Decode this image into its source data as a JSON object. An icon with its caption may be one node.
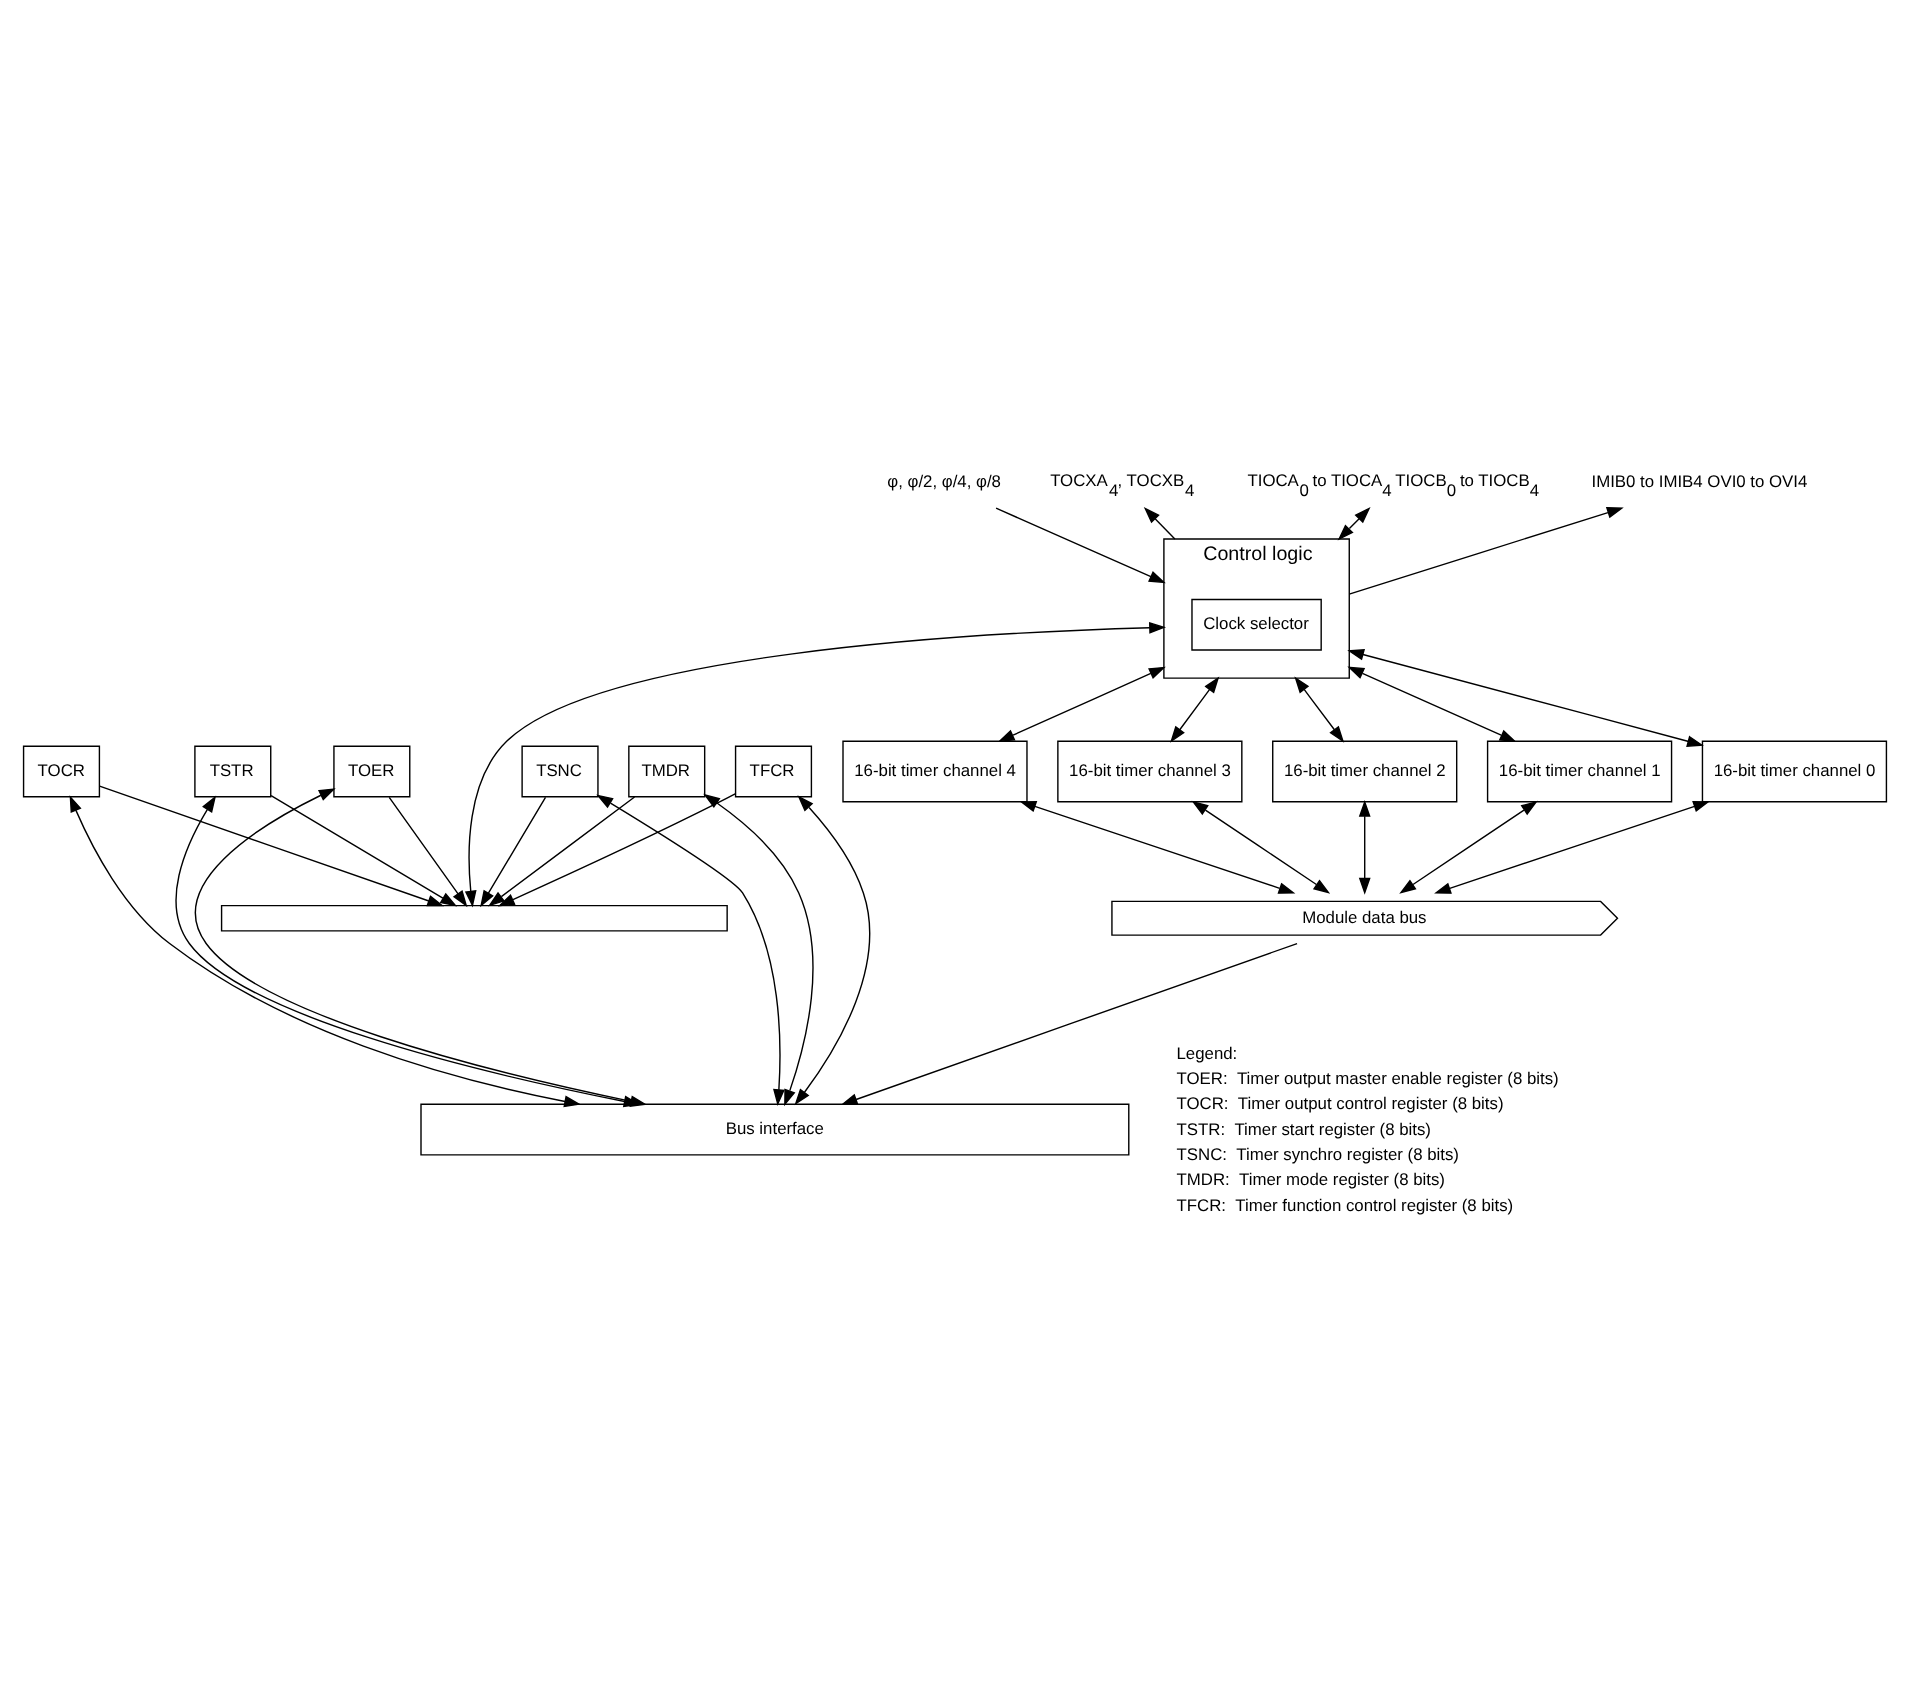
{
  "diagram": {
    "nodes": [
      {
        "text": [
          "Control logic"
        ]
      },
      {
        "text": [
          "Clock selector"
        ],
        "in": 0
      },
      {
        "text": [
          "φ, φ/2, φ/4, φ/8"
        ]
      },
      {
        "text": [
          "TOCXA$_{4}$, TOCXB$_{4}$"
        ]
      },
      {
        "text": [
          "TIOCA$_{0}$ to TIOCA$_{4}$ TIOCB$_{0}$ to TIOCB$_{4}$"
        ]
      },
      {
        "text": [
          "IMIB0 to IMIB4 OVI0 to OVI4"
        ]
      },
      {
        "text": [
          "16-bit timer channel 4"
        ]
      },
      {
        "text": [
          "16-bit timer channel 3"
        ]
      },
      {
        "text": [
          "16-bit timer channel 2"
        ]
      },
      {
        "text": [
          "16-bit timer channel 1"
        ]
      },
      {
        "text": [
          "16-bit timer channel 0"
        ]
      },
      {
        "text": [],
        "shape": "bar"
      },
      {
        "text": [
          "TOER"
        ]
      },
      {
        "text": [
          "TOCR"
        ]
      },
      {
        "text": [
          "TSTR"
        ]
      },
      {
        "text": [
          "TSNC"
        ]
      },
      {
        "text": [
          "TMDR"
        ]
      },
      {
        "text": [
          "TFCR"
        ]
      },
      {
        "text": [
          "Bus interface"
        ]
      },
      {
        "text": [
          "Module data bus"
        ]
      }
    ],
    "edges": [
      {
        "from": 2,
        "to": 0,
        "arrow": "to"
      },
      {
        "from": 0,
        "to": 3,
        "arrow": "to"
      },
      {
        "from": 4,
        "to": 0,
        "arrow": "both"
      },
      {
        "from": 0,
        "to": 5,
        "arrow": "to"
      },
      {
        "from": 0,
        "to": 6,
        "arrow": "both"
      },
      {
        "from": 0,
        "to": 7,
        "arrow": "both"
      },
      {
        "from": 0,
        "to": 8,
        "arrow": "both"
      },
      {
        "from": 0,
        "to": 9,
        "arrow": "both"
      },
      {
        "from": 0,
        "to": 10,
        "arrow": "both"
      },
      {
        "from": 0,
        "to": 11,
        "arrow": "both"
      },
      {
        "from": 6,
        "to": 19,
        "arrow": "both"
      },
      {
        "from": 7,
        "to": 19,
        "arrow": "both"
      },
      {
        "from": 8,
        "to": 19,
        "arrow": "both"
      },
      {
        "from": 9,
        "to": 19,
        "arrow": "both"
      },
      {
        "from": 10,
        "to": 19,
        "arrow": "both"
      },
      {
        "from": 12,
        "to": 11,
        "arrow": "to"
      },
      {
        "from": 13,
        "to": 11,
        "arrow": "to"
      },
      {
        "from": 14,
        "to": 11,
        "arrow": "to"
      },
      {
        "from": 15,
        "to": 11,
        "arrow": "to"
      },
      {
        "from": 16,
        "to": 11,
        "arrow": "to"
      },
      {
        "from": 17,
        "to": 11,
        "arrow": "to"
      },
      {
        "from": 12,
        "to": 18,
        "arrow": "both"
      },
      {
        "from": 13,
        "to": 18,
        "arrow": "both"
      },
      {
        "from": 14,
        "to": 18,
        "arrow": "both"
      },
      {
        "from": 15,
        "to": 18,
        "arrow": "both"
      },
      {
        "from": 16,
        "to": 18,
        "arrow": "both"
      },
      {
        "from": 17,
        "to": 18,
        "arrow": "both"
      },
      {
        "from": 19,
        "to": 18,
        "arrow": "to"
      }
    ],
    "labels": [
      "Legend:",
      "TOER:  Timer output master enable register (8 bits)",
      "TOCR:  Timer output control register (8 bits)",
      "TSTR:  Timer start register (8 bits)",
      "TSNC:  Timer synchro register (8 bits)",
      "TMDR:  Timer mode register (8 bits)",
      "TFCR:  Timer function control register (8 bits)"
    ]
  }
}
